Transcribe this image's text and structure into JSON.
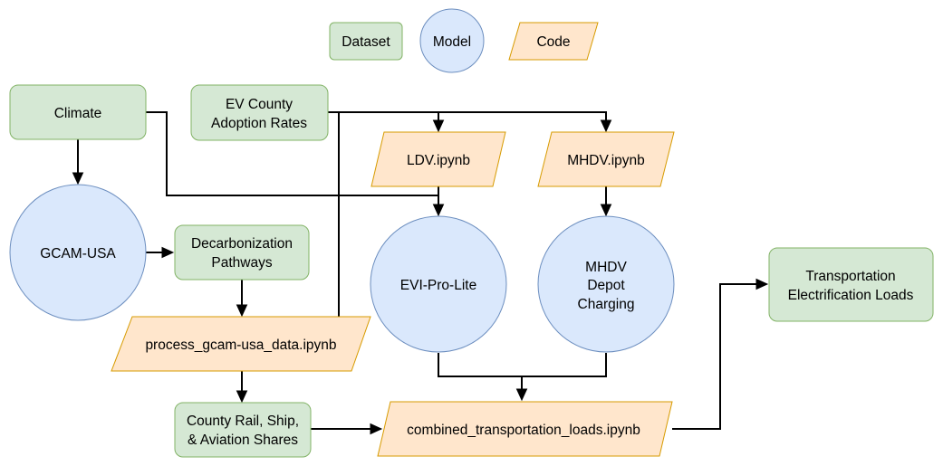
{
  "legend": {
    "dataset": "Dataset",
    "model": "Model",
    "code": "Code"
  },
  "nodes": {
    "climate": {
      "type": "dataset",
      "lines": [
        "Climate"
      ]
    },
    "ev_county": {
      "type": "dataset",
      "lines": [
        "EV County",
        "Adoption Rates"
      ]
    },
    "ldv": {
      "type": "code",
      "lines": [
        "LDV.ipynb"
      ]
    },
    "mhdv_code": {
      "type": "code",
      "lines": [
        "MHDV.ipynb"
      ]
    },
    "gcam": {
      "type": "model",
      "lines": [
        "GCAM-USA"
      ]
    },
    "decarb": {
      "type": "dataset",
      "lines": [
        "Decarbonization",
        "Pathways"
      ]
    },
    "evi_pro": {
      "type": "model",
      "lines": [
        "EVI-Pro-Lite"
      ]
    },
    "mhdv_depot": {
      "type": "model",
      "lines": [
        "MHDV",
        "Depot",
        "Charging"
      ]
    },
    "transport_loads": {
      "type": "dataset",
      "lines": [
        "Transportation",
        "Electrification Loads"
      ]
    },
    "process_gcam": {
      "type": "code",
      "lines": [
        "process_gcam-usa_data.ipynb"
      ]
    },
    "county_rail": {
      "type": "dataset",
      "lines": [
        "County Rail, Ship,",
        "& Aviation Shares"
      ]
    },
    "combined": {
      "type": "code",
      "lines": [
        "combined_transportation_loads.ipynb"
      ]
    }
  },
  "edges": [
    {
      "from": "climate",
      "to": "gcam"
    },
    {
      "from": "climate",
      "to": "evi_pro"
    },
    {
      "from": "ev_county",
      "to": "ldv"
    },
    {
      "from": "ev_county",
      "to": "mhdv_code"
    },
    {
      "from": "ev_county",
      "to": "process_gcam"
    },
    {
      "from": "ldv",
      "to": "evi_pro"
    },
    {
      "from": "mhdv_code",
      "to": "mhdv_depot"
    },
    {
      "from": "gcam",
      "to": "decarb"
    },
    {
      "from": "decarb",
      "to": "process_gcam"
    },
    {
      "from": "process_gcam",
      "to": "county_rail"
    },
    {
      "from": "county_rail",
      "to": "combined"
    },
    {
      "from": "evi_pro",
      "to": "combined"
    },
    {
      "from": "mhdv_depot",
      "to": "combined"
    },
    {
      "from": "combined",
      "to": "transport_loads"
    }
  ]
}
